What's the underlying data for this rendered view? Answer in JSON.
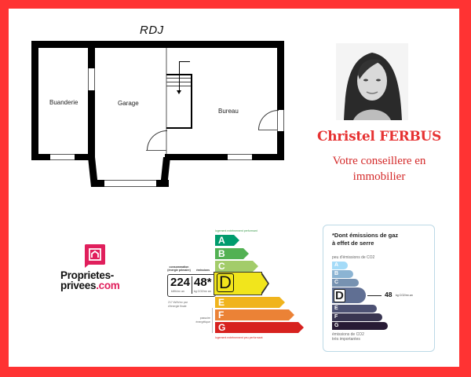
{
  "floor_plan": {
    "title": "RDJ",
    "rooms": [
      {
        "name": "Buanderie"
      },
      {
        "name": "Garage"
      },
      {
        "name": "Bureau"
      }
    ]
  },
  "agent": {
    "name": "Christel FERBUS",
    "role_line1": "Votre conseillere en",
    "role_line2": "immobilier"
  },
  "logo": {
    "line1": "Proprietes-",
    "line2_main": "privees",
    "line2_suffix": ".com"
  },
  "dpe": {
    "top_caption": "logement extrêmement performant",
    "bottom_caption": "logement extrêmement peu performant",
    "header_conso": "consommation (énergie primaire)",
    "header_emis": "émissions",
    "conso_value": "224",
    "conso_unit": "kWh/m² an",
    "emis_value": "48*",
    "emis_unit": "kg CO2/m² an",
    "note": "217 kWh/m² par d'énergie finale",
    "side_label": "passoire énergétique",
    "classes": [
      {
        "letter": "A",
        "color": "#009c6d"
      },
      {
        "letter": "B",
        "color": "#52b153"
      },
      {
        "letter": "C",
        "color": "#a3cc6a"
      },
      {
        "letter": "D",
        "color": "#f1e51c"
      },
      {
        "letter": "E",
        "color": "#f0b41d"
      },
      {
        "letter": "F",
        "color": "#eb8236"
      },
      {
        "letter": "G",
        "color": "#d7221f"
      }
    ],
    "current_class": "D"
  },
  "ges": {
    "title_line1": "*Dont émissions de gaz",
    "title_line2": "à effet de serre",
    "top_caption": "peu d'émissions de CO2",
    "bottom_caption_line1": "émissions de CO2",
    "bottom_caption_line2": "très importantes",
    "value": "48",
    "unit": "kg CO2/m².an",
    "classes": [
      {
        "letter": "A",
        "color": "#a4dbf8"
      },
      {
        "letter": "B",
        "color": "#8cb4d3"
      },
      {
        "letter": "C",
        "color": "#7792b1"
      },
      {
        "letter": "D",
        "color": "#606f93"
      },
      {
        "letter": "E",
        "color": "#4d5173"
      },
      {
        "letter": "F",
        "color": "#393551"
      },
      {
        "letter": "G",
        "color": "#281b35"
      }
    ],
    "current_class": "D"
  },
  "colors": {
    "frame": "#ff3333",
    "accent_red": "#e63232",
    "logo_pink": "#e01f5c"
  }
}
